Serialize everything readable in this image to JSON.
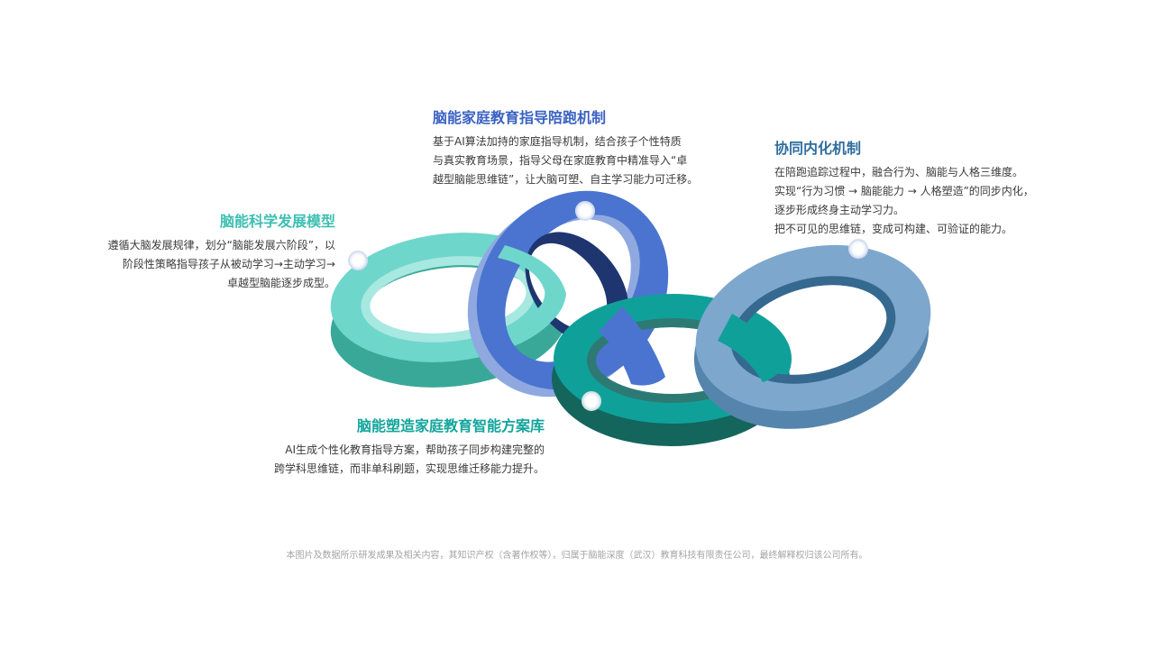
{
  "colors": {
    "teal_light": "#6fd6cc",
    "blue": "#4a74cf",
    "teal_dark": "#10a09a",
    "steel_blue": "#7ea7cd",
    "title_teal": "#3dbfb2",
    "title_blue": "#3a62c2",
    "title_green": "#13a59c",
    "title_steel": "#2f6e9e"
  },
  "nodes": {
    "science": {
      "title": "脑能科学发展模型",
      "lines": [
        "遵循大脑发展规律，划分“脑能发展六阶段”，以",
        "阶段性策略指导孩子从被动学习→主动学习→",
        "卓越型脑能逐步成型。"
      ]
    },
    "guidance": {
      "title": "脑能家庭教育指导陪跑机制",
      "lines": [
        "基于AI算法加持的家庭指导机制，结合孩子个性特质",
        "与真实教育场景，指导父母在家庭教育中精准导入“卓",
        "越型脑能思维链”，让大脑可塑、自主学习能力可迁移。"
      ]
    },
    "library": {
      "title": "脑能塑造家庭教育智能方案库",
      "lines": [
        "AI生成个性化教育指导方案，帮助孩子同步构建完整的",
        "跨学科思维链，而非单科刷题，实现思维迁移能力提升。"
      ]
    },
    "internal": {
      "title": "协同内化机制",
      "lines": [
        "在陪跑追踪过程中，融合行为、脑能与人格三维度。",
        "实现“行为习惯 → 脑能能力 → 人格塑造”的同步内化，",
        "逐步形成终身主动学习力。",
        "把不可见的思维链，变成可构建、可验证的能力。"
      ]
    }
  },
  "footer": "本图片及数据所示研发成果及相关内容，其知识产权（含著作权等），归属于脑能深度（武汉）教育科技有限责任公司，最终解释权归该公司所有。"
}
